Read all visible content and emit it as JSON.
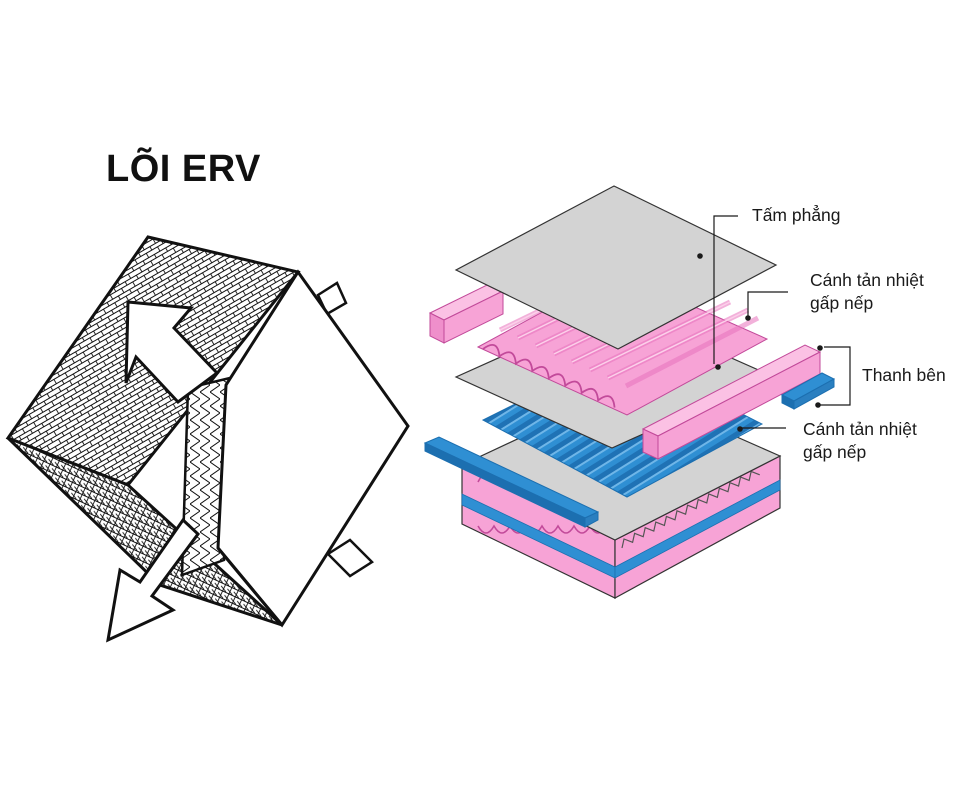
{
  "title": "LÕI ERV",
  "labels": {
    "flat_plate": "Tấm phẳng",
    "fin_top_1": "Cánh tản nhiệt",
    "fin_top_2": "gấp nếp",
    "side_bar": "Thanh bên",
    "fin_bottom_1": "Cánh tản nhiệt",
    "fin_bottom_2": "gấp nếp"
  },
  "colors": {
    "plate": "#d3d3d3",
    "pink": "#f7a3d6",
    "pink_dark": "#e873bd",
    "blue": "#2f8fd3",
    "blue_dark": "#1c6fb0",
    "line": "#1a1a1a"
  }
}
